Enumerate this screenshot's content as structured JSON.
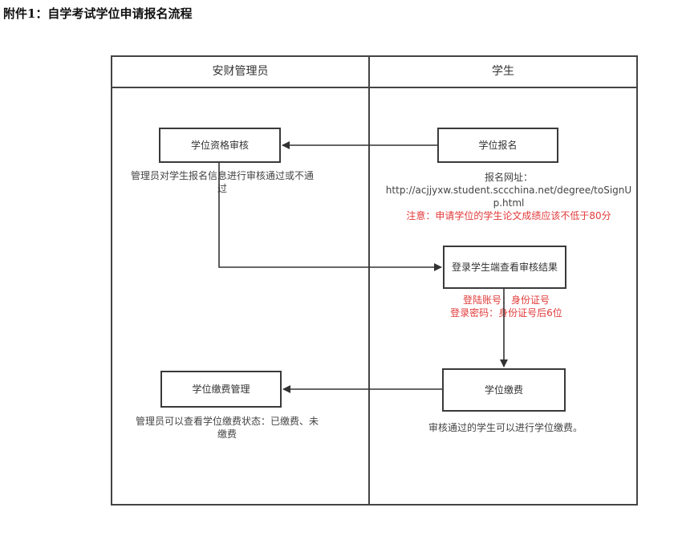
{
  "title": "附件1：自学考试学位申请报名流程",
  "lanes": {
    "admin": "安财管理员",
    "student": "学生"
  },
  "nodes": {
    "qualification_review": "学位资格审核",
    "degree_registration": "学位报名",
    "login_check_result": "登录学生端查看审核结果",
    "degree_payment": "学位缴费",
    "payment_management": "学位缴费管理"
  },
  "notes": {
    "admin_review": "管理员对学生报名信息进行审核通过或不通过",
    "registration_url_label": "报名网址：",
    "registration_url": "http://acjjyxw.student.sccchina.net/degree/toSignUp.html",
    "registration_warning": "注意：申请学位的学生论文成绩应该不低于80分",
    "login_account": "登陆账号：身份证号",
    "login_password": "登录密码：身份证号后6位",
    "payment_note": "审核通过的学生可以进行学位缴费。",
    "admin_payment_view": "管理员可以查看学位缴费状态：已缴费、未缴费"
  },
  "colors": {
    "line": "#333333",
    "warning": "#e23b3b"
  }
}
